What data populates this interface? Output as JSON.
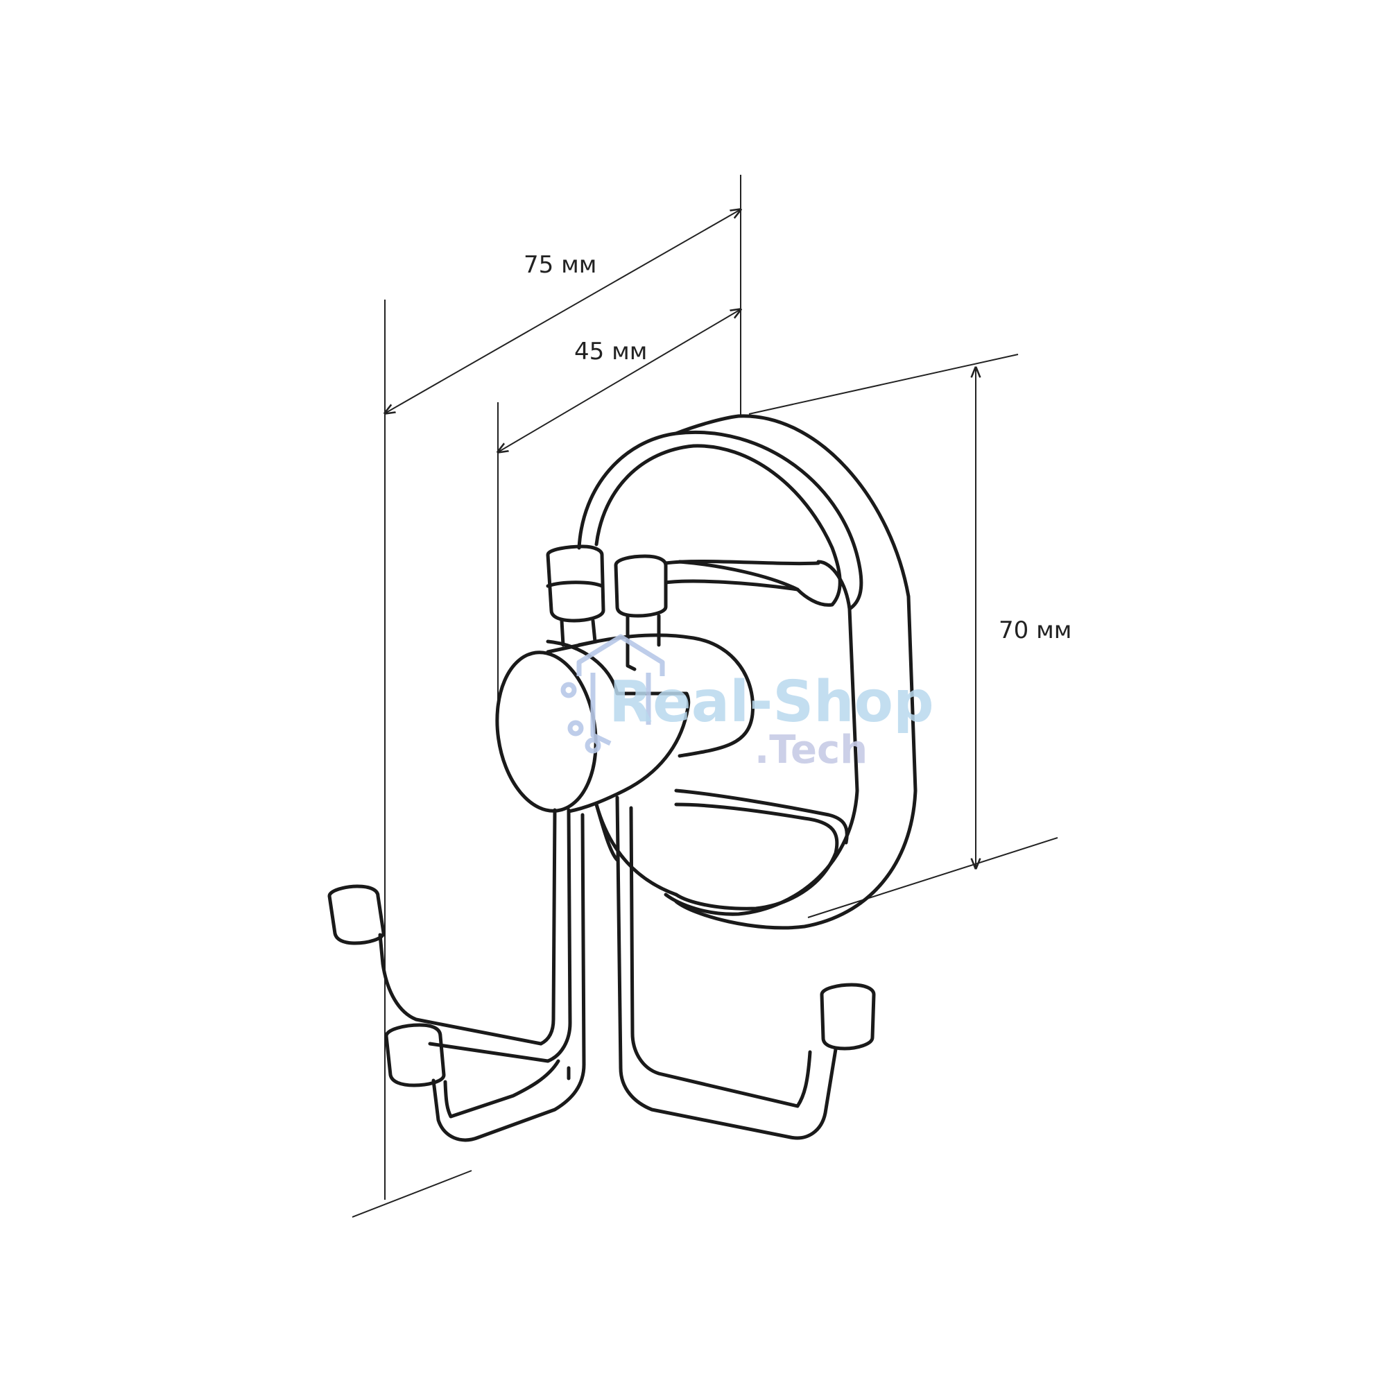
{
  "dimensions": {
    "depth_total": "75 мм",
    "depth_base": "45 мм",
    "height": "70 мм"
  },
  "watermark": {
    "line1": "Real-Shop",
    "line2": ".Tech",
    "colors": {
      "primary": "#b9d9ee",
      "secondary": "#c7cbe6"
    }
  },
  "colors": {
    "lines": "#1a1a1a",
    "background": "#ffffff"
  }
}
